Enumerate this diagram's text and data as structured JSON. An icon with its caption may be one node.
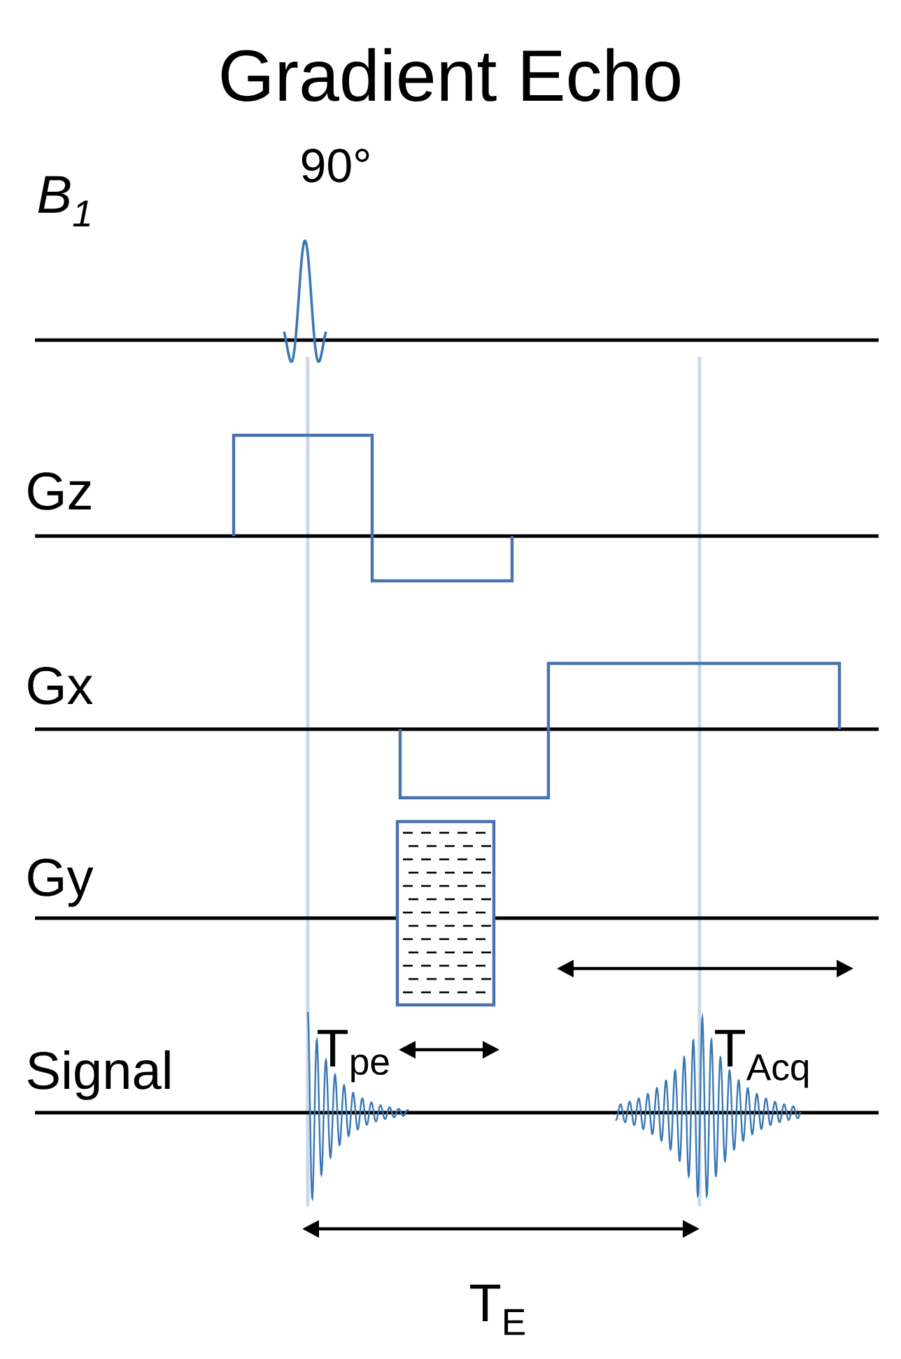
{
  "diagram": {
    "title": "Gradient Echo",
    "labels": [
      "90°",
      "B$_{1}$",
      "Gz",
      "Gx",
      "Gy",
      "Signal",
      "T$_{pe}$",
      "T$_{Acq}$",
      "T$_{E}$"
    ]
  }
}
